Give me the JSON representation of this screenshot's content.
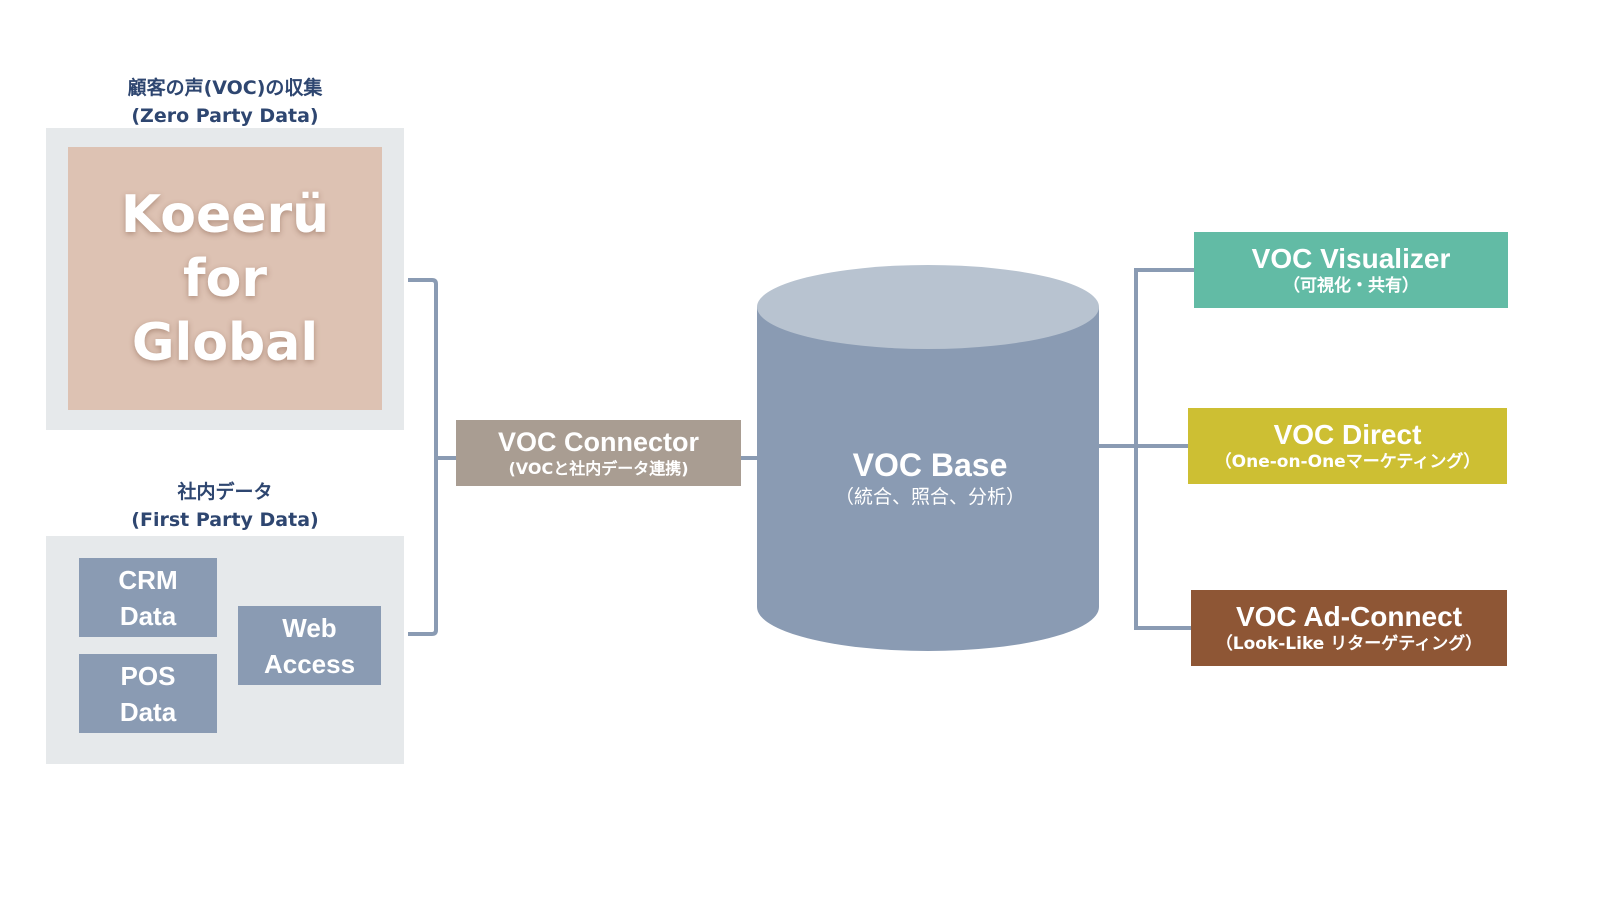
{
  "diagram": {
    "zero_party": {
      "caption_line1": "顧客の声(VOC)の収集",
      "caption_line2": "(Zero Party Data)",
      "product": {
        "line1": "Koeerü",
        "line2": "for",
        "line3": "Global"
      }
    },
    "first_party": {
      "caption_line1": "社内データ",
      "caption_line2": "(First Party Data)",
      "sources": [
        {
          "line1": "CRM",
          "line2": "Data"
        },
        {
          "line1": "POS",
          "line2": "Data"
        },
        {
          "line1": "Web",
          "line2": "Access"
        }
      ]
    },
    "connector": {
      "title": "VOC Connector",
      "subtitle": "(VOCと社内データ連携)"
    },
    "base": {
      "title": "VOC Base",
      "subtitle": "（統合、照合、分析）"
    },
    "outputs": [
      {
        "title": "VOC Visualizer",
        "subtitle": "（可視化・共有）",
        "color": "#62bba5"
      },
      {
        "title": "VOC Direct",
        "subtitle": "（One-on-Oneマーケティング）",
        "color": "#cdbf33"
      },
      {
        "title": "VOC Ad-Connect",
        "subtitle": "（Look-Like リターゲティング）",
        "color": "#8e5635"
      }
    ],
    "colors": {
      "connector_line": "#8a9bb3",
      "connector_box": "#a99d92",
      "cylinder_body": "#8a9bb3",
      "cylinder_top": "#b8c3d0",
      "panel": "#e6e9eb",
      "product_box": "#ddc2b3",
      "caption_text": "#2e4670"
    }
  }
}
